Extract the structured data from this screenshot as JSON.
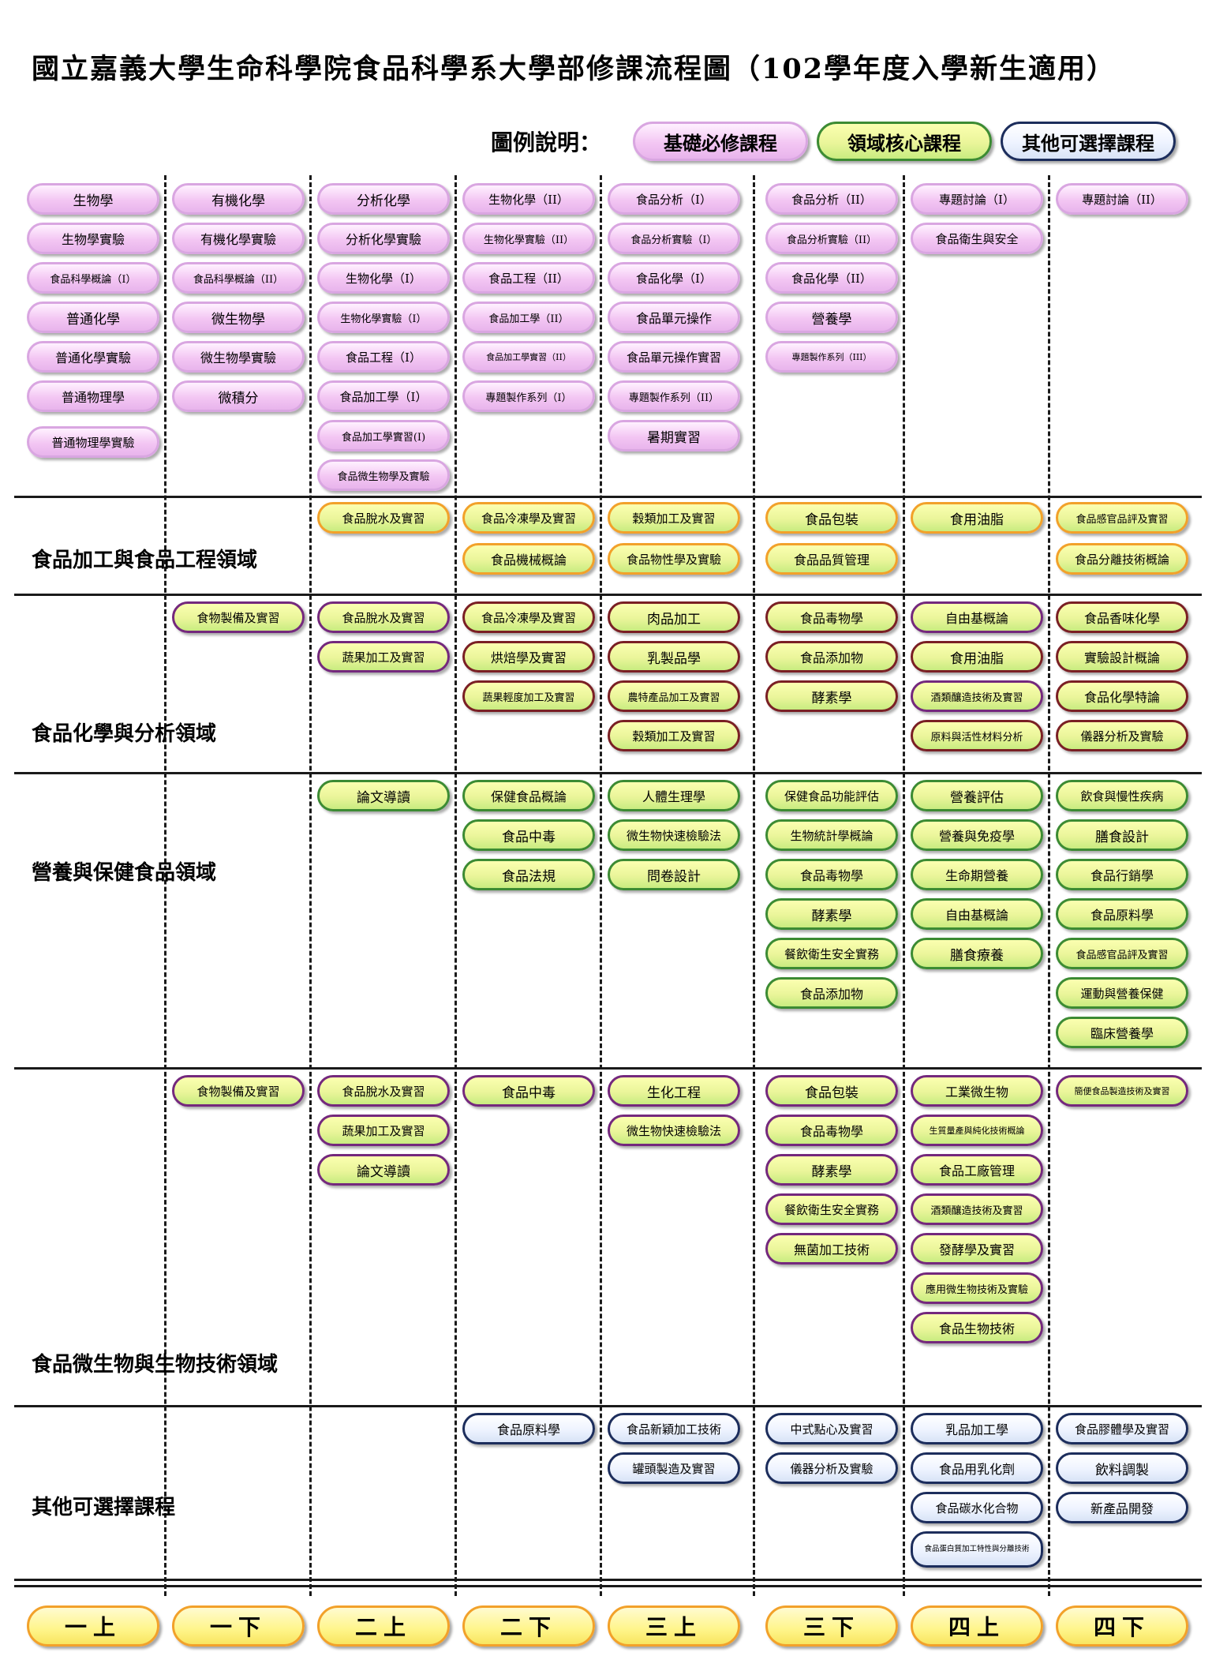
{
  "title": "國立嘉義大學生命科學院食品科學系大學部修課流程圖（102學年度入學新生適用）",
  "legend": {
    "label": "圖例說明：",
    "basic": "基礎必修課程",
    "core": "領域核心課程",
    "other": "其他可選擇課程"
  },
  "terms": [
    "一上",
    "一下",
    "二上",
    "二下",
    "三上",
    "三下",
    "四上",
    "四下"
  ],
  "domains": {
    "processing": "食品加工與食品工程領域",
    "chemistry": "食品化學與分析領域",
    "nutrition": "營養與保健食品領域",
    "microbiology": "食品微生物與生物技術領域",
    "other": "其他可選擇課程"
  },
  "required": [
    [
      "生物學",
      "生物學實驗",
      "食品科學概論（I）",
      "普通化學",
      "普通化學實驗",
      "普通物理學",
      "普通物理學實驗"
    ],
    [
      "有機化學",
      "有機化學實驗",
      "食品科學概論（II）",
      "微生物學",
      "微生物學實驗",
      "微積分"
    ],
    [
      "分析化學",
      "分析化學實驗",
      "生物化學（I）",
      "生物化學實驗（I）",
      "食品工程（I）",
      "食品加工學（I）",
      "食品加工學實習(I)",
      "食品微生物學及實驗"
    ],
    [
      "生物化學（II）",
      "生物化學實驗（II）",
      "食品工程（II）",
      "食品加工學（II）",
      "食品加工學實習（II）",
      "專題製作系列（I）"
    ],
    [
      "食品分析（I）",
      "食品分析實驗（I）",
      "食品化學（I）",
      "食品單元操作",
      "食品單元操作實習",
      "專題製作系列（II）",
      "暑期實習"
    ],
    [
      "食品分析（II）",
      "食品分析實驗（II）",
      "食品化學（II）",
      "營養學",
      "專題製作系列（III）"
    ],
    [
      "專題討論（I）",
      "食品衛生與安全"
    ],
    [
      "專題討論（II）"
    ]
  ],
  "processing": [
    [],
    [],
    [
      "食品脫水及實習"
    ],
    [
      "食品冷凍學及實習",
      "食品機械概論"
    ],
    [
      "穀類加工及實習",
      "食品物性學及實驗"
    ],
    [
      "食品包裝",
      "食品品質管理"
    ],
    [
      "食用油脂"
    ],
    [
      "食品感官品評及實習",
      "食品分離技術概論"
    ]
  ],
  "chemistry": [
    [],
    [
      "食物製備及實習"
    ],
    [
      "食品脫水及實習",
      "蔬果加工及實習"
    ],
    [
      "食品冷凍學及實習",
      "烘焙學及實習",
      "蔬果輕度加工及實習"
    ],
    [
      "肉品加工",
      "乳製品學",
      "農特產品加工及實習",
      "穀類加工及實習"
    ],
    [
      "食品毒物學",
      "食品添加物",
      "酵素學"
    ],
    [
      "自由基概論",
      "食用油脂",
      "酒類釀造技術及實習",
      "原料與活性材料分析"
    ],
    [
      "食品香味化學",
      "實驗設計概論",
      "食品化學特論",
      "儀器分析及實驗"
    ]
  ],
  "nutrition": [
    [],
    [],
    [
      "論文導讀"
    ],
    [
      "保健食品概論",
      "食品中毒",
      "食品法規"
    ],
    [
      "人體生理學",
      "微生物快速檢驗法",
      "問卷設計"
    ],
    [
      "保健食品功能評估",
      "生物統計學概論",
      "食品毒物學",
      "酵素學",
      "餐飲衛生安全實務",
      "食品添加物"
    ],
    [
      "營養評估",
      "營養與免疫學",
      "生命期營養",
      "自由基概論",
      "膳食療養"
    ],
    [
      "飲食與慢性疾病",
      "膳食設計",
      "食品行銷學",
      "食品原料學",
      "食品感官品評及實習",
      "運動與營養保健",
      "臨床營養學"
    ]
  ],
  "microbiology": [
    [],
    [
      "食物製備及實習"
    ],
    [
      "食品脫水及實習",
      "蔬果加工及實習",
      "論文導讀"
    ],
    [
      "食品中毒"
    ],
    [
      "生化工程",
      "微生物快速檢驗法"
    ],
    [
      "食品包裝",
      "食品毒物學",
      "酵素學",
      "餐飲衛生安全實務",
      "無菌加工技術"
    ],
    [
      "工業微生物",
      "生質量產與純化技術概論",
      "食品工廠管理",
      "酒類釀造技術及實習",
      "發酵學及實習",
      "應用微生物技術及實驗",
      "食品生物技術"
    ],
    [
      "簡便食品製造技術及實習"
    ]
  ],
  "electives": [
    [],
    [],
    [],
    [
      "食品原料學"
    ],
    [
      "食品新穎加工技術",
      "罐頭製造及實習"
    ],
    [
      "中式點心及實習",
      "儀器分析及實驗"
    ],
    [
      "乳品加工學",
      "食品用乳化劑",
      "食品碳水化合物",
      "食品蛋白質加工特性與分離技術"
    ],
    [
      "食品膠體學及實習",
      "飲料調製",
      "新產品開發"
    ]
  ],
  "colors": {
    "basic_border": "#d9a6e1",
    "core_border": "#3c8b33",
    "other_border": "#1c2d5c",
    "orange_border": "#f2a12a",
    "purple_border": "#74287d",
    "maroon_border": "#7a1f24"
  }
}
